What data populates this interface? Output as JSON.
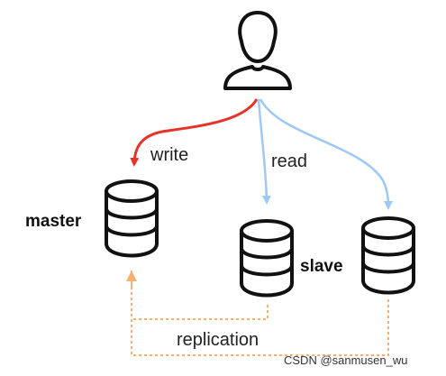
{
  "nodes": {
    "master": {
      "label": "master"
    },
    "slave": {
      "label": "slave"
    }
  },
  "edges": {
    "write": {
      "label": "write",
      "color": "#e5332a"
    },
    "read": {
      "label": "read",
      "color": "#9ec9f5"
    },
    "replication": {
      "label": "replication",
      "color": "#f6b070"
    }
  },
  "watermark": "CSDN @sanmusen_wu",
  "icons": {
    "user": "user-icon",
    "database": "database-icon"
  }
}
